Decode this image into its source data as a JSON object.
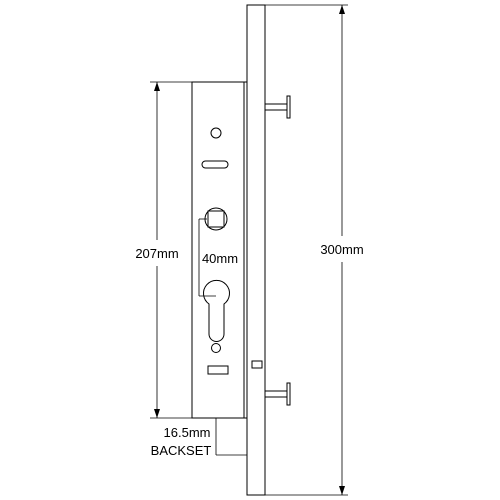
{
  "dimensions": {
    "height_207": "207mm",
    "length_300": "300mm",
    "centres_40": "40mm",
    "backset_value": "16.5mm",
    "backset_label": "BACKSET"
  },
  "colors": {
    "ink": "#000000",
    "background": "#ffffff"
  }
}
